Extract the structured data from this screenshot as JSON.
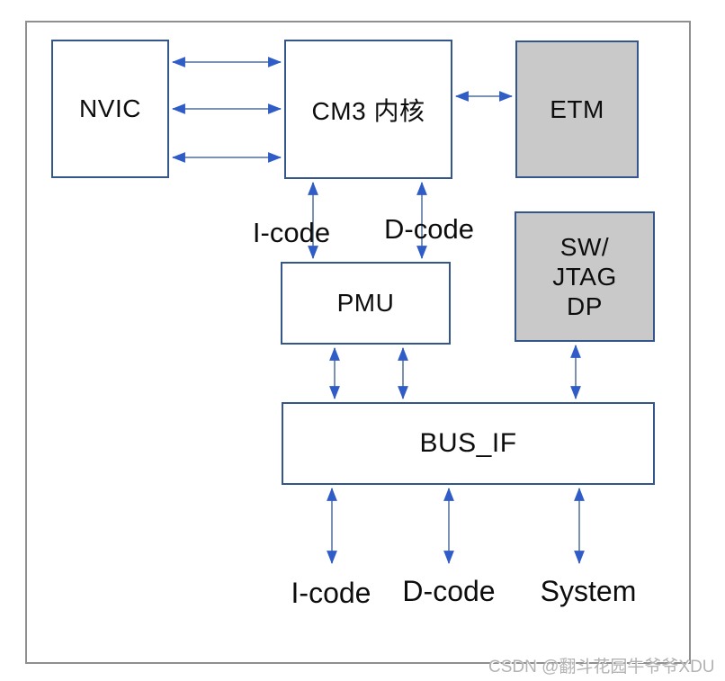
{
  "diagram": {
    "name": "CM3 core debug bus block diagram",
    "blocks": {
      "nvic": {
        "label": "NVIC"
      },
      "cm3": {
        "label": "CM3 内核"
      },
      "etm": {
        "label": "ETM"
      },
      "swjtag": {
        "lines": [
          "SW/",
          "JTAG",
          "DP"
        ]
      },
      "pmu": {
        "label": "PMU"
      },
      "busif": {
        "label": "BUS_IF"
      }
    },
    "bus_labels": {
      "icode_top": "I-code",
      "dcode_top": "D-code",
      "icode_bottom": "I-code",
      "dcode_bottom": "D-code",
      "system_bottom": "System"
    },
    "connections": [
      "NVIC <-> CM3 内核 (x3)",
      "CM3 内核 <-> ETM",
      "CM3 内核 <-> PMU via I-code",
      "CM3 内核 <-> PMU via D-code",
      "PMU <-> BUS_IF (x2)",
      "SW/JTAG DP <-> BUS_IF",
      "BUS_IF <-> I-code / D-code / System"
    ],
    "colors": {
      "box_border": "#35568b",
      "gray_block_fill": "#c9c9c9",
      "white_block_fill": "#ffffff",
      "arrow_shaft": "#7b92b4",
      "arrow_head": "#2f5cc7",
      "outer_frame": "#8f8f8f",
      "text": "#0d0d0d",
      "watermark": "#b3b3b3"
    },
    "watermark": {
      "text": "CSDN @翻斗花园牛爷爷XDU"
    }
  }
}
